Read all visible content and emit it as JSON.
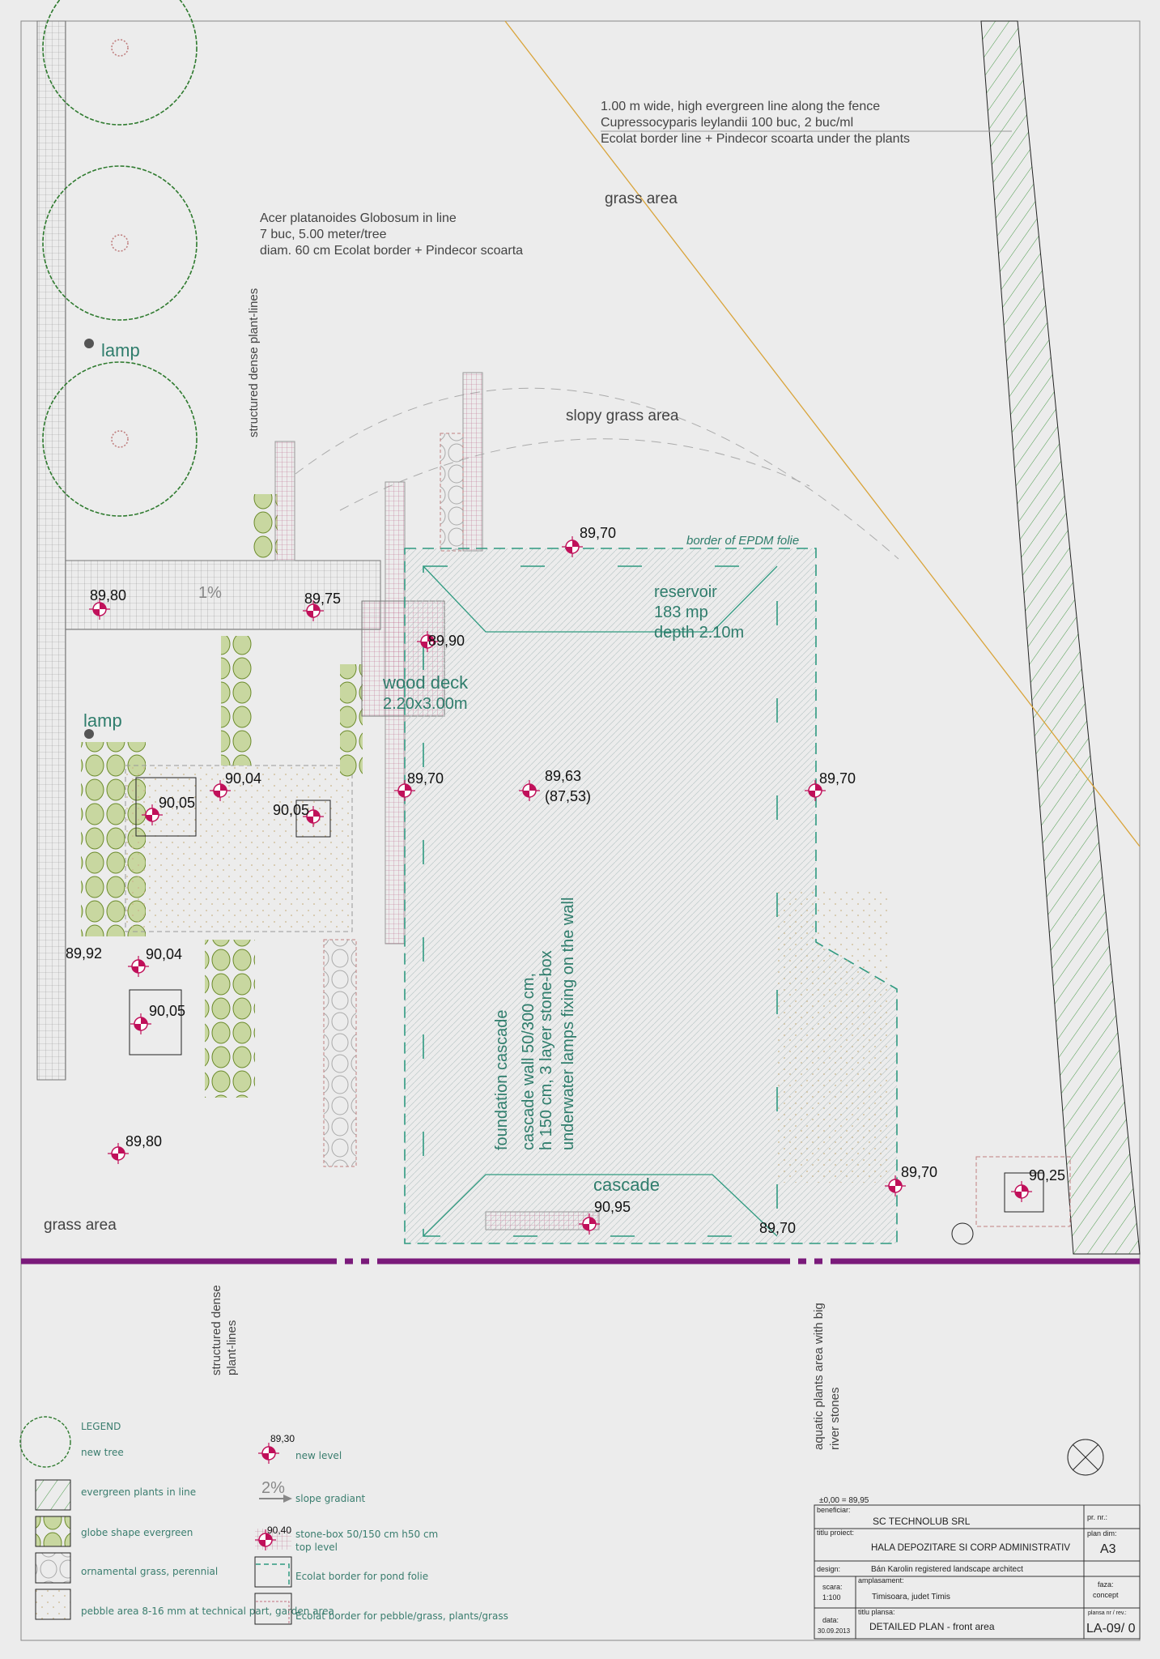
{
  "notes": {
    "fence_line": [
      "1.00 m wide, high evergreen line along the fence",
      "Cupressocyparis leylandii  100 buc, 2 buc/ml",
      "Ecolat border line + Pindecor scoarta under the plants"
    ],
    "grass_area_top": "grass area",
    "acer": [
      "Acer platanoides Globosum in line",
      "7 buc, 5.00 meter/tree",
      "diam. 60 cm Ecolat border + Pindecor scoarta"
    ],
    "lamp": "lamp",
    "structured_plant_lines": "structured dense plant-lines",
    "slopy_grass": "slopy grass area",
    "epdm_border": "border of EPDM folie",
    "slope": "1%",
    "reservoir": [
      "reservoir",
      "183 mp",
      "depth 2.10m"
    ],
    "wood_deck": [
      "wood deck",
      "2.20x3.00m"
    ],
    "cascade_notes": [
      "foundation cascade",
      "cascade wall 50/300 cm,",
      "h 150 cm, 3 layer stone-box",
      "underwater lamps fixing on the wall"
    ],
    "cascade": "cascade",
    "grass_area_bottom": "grass area",
    "structured_bottom": [
      "structured dense",
      "plant-lines"
    ],
    "aquatic": [
      "aquatic plants area with big",
      "river stones"
    ]
  },
  "levels": {
    "l1": "89,70",
    "l2": "89,80",
    "l3": "89,75",
    "l4": "89,90",
    "l5": "90,04",
    "l6": "90,05",
    "l7": "89,70",
    "l8": "89,63",
    "l8b": "(87,53)",
    "l9": "89,70",
    "l10": "90,05",
    "l11": "89,92",
    "l12": "90,04",
    "l13": "90,05",
    "l14": "89,80",
    "l15": "90,95",
    "l16": "89,70",
    "l17": "89,70",
    "l18": "90,25"
  },
  "legend": {
    "title": "LEGEND",
    "items_left": [
      "new tree",
      "evergreen plants in line",
      "globe shape evergreen",
      "ornamental grass, perennial",
      "pebble area 8-16 mm at technical part, garden area"
    ],
    "new_level_value": "89,30",
    "new_level": "new level",
    "slope_value": "2%",
    "slope": "slope gradiant",
    "stonebox_value": "90,40",
    "stonebox": [
      "stone-box 50/150 cm h50 cm",
      "top level"
    ],
    "pond_border": "Ecolat border for pond folie",
    "pebble_border": "Ecolat border for pebble/grass, plants/grass"
  },
  "title_block": {
    "datum": "±0,00 = 89,95",
    "beneficiar_label": "beneficiar:",
    "beneficiar": "SC TECHNOLUB SRL",
    "pr_nr_label": "pr. nr.:",
    "titlu_proiect_label": "titlu proiect:",
    "titlu_proiect": "HALA DEPOZITARE SI CORP ADMINISTRATIV",
    "plan_dim_label": "plan dim:",
    "plan_dim": "A3",
    "design_label": "design:",
    "design": "Bán Karolin registered landscape architect",
    "scara_label": "scara:",
    "scara": "1:100",
    "amplasament_label": "amplasament:",
    "amplasament": "Timisoara, judet Timis",
    "faza_label": "faza:",
    "faza": "concept",
    "data_label": "data:",
    "data": "30.09.2013",
    "titlu_plansa_label": "titlu plansa:",
    "titlu_plansa": "DETAILED PLAN - front area",
    "plansa_label": "plansa nr / rev.:",
    "plansa": "LA-09/ 0"
  },
  "colors": {
    "teal": "#2f7d6c",
    "purple": "#7a1a7a",
    "magenta": "#c0105a",
    "green": "#3f8a3f"
  }
}
